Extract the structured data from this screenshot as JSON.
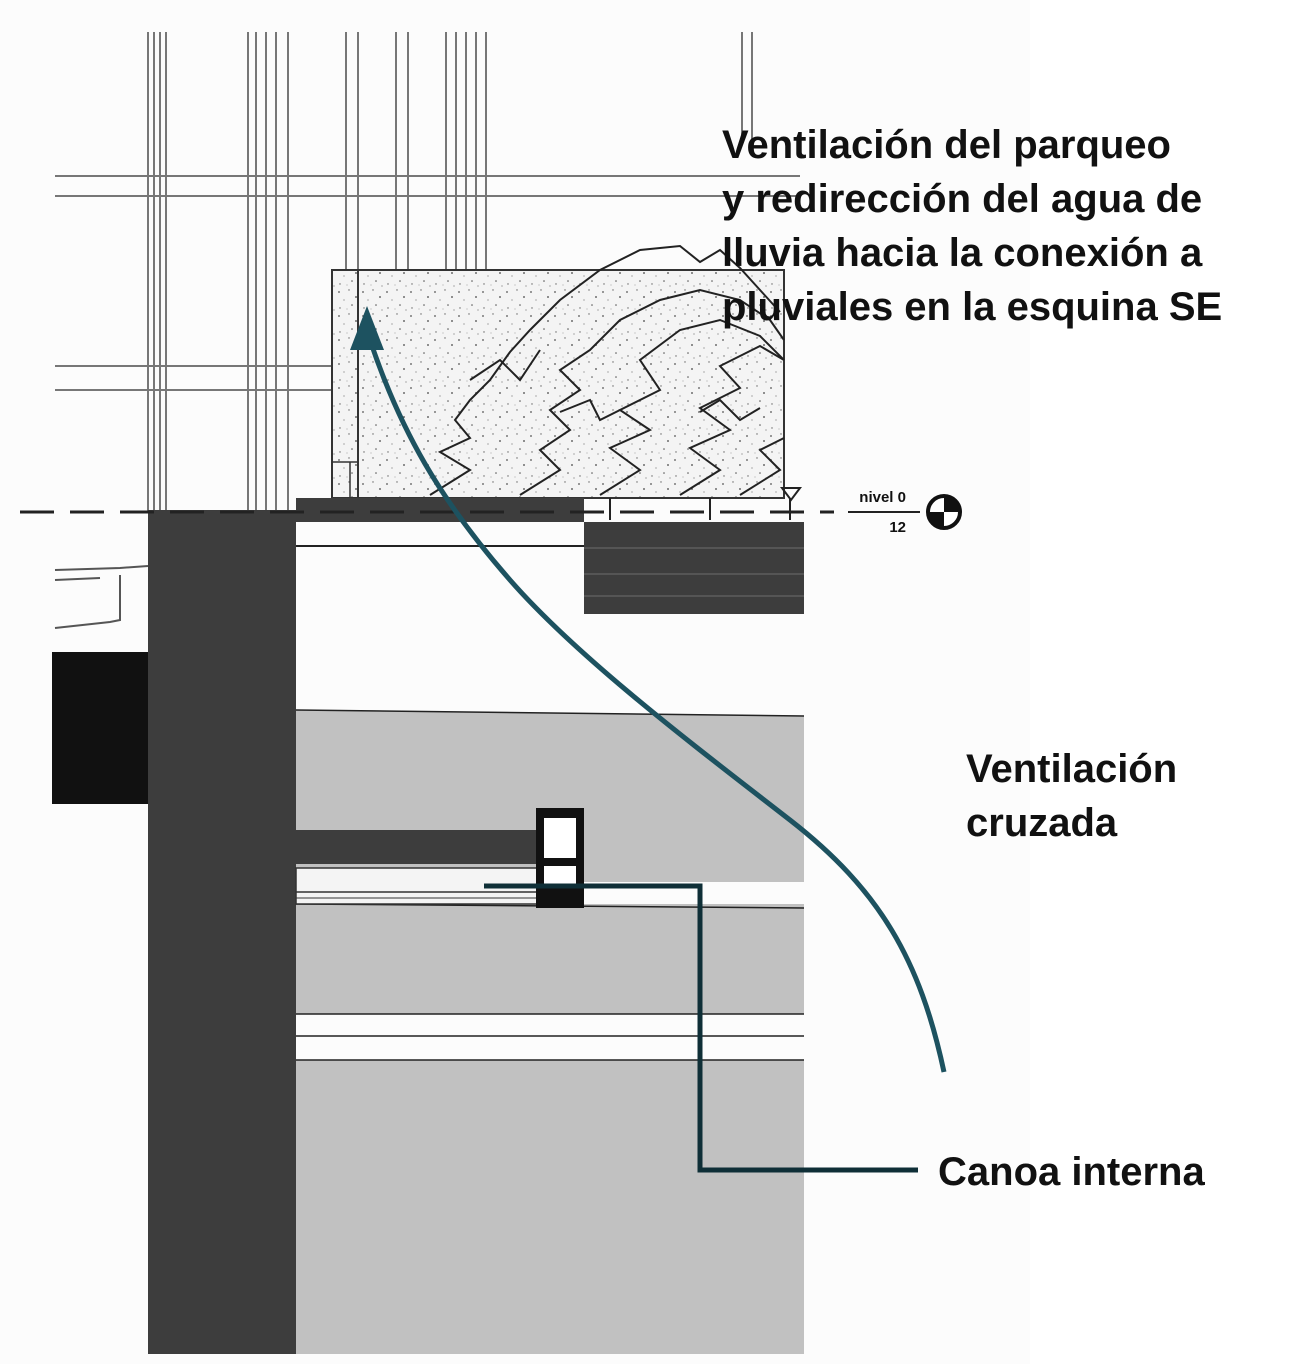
{
  "annotations": {
    "parking_ventilation": {
      "lines": [
        "Ventilación del parqueo",
        "y redirección del agua de",
        "lluvia hacia la conexión a",
        "pluviales en la esquina SE"
      ]
    },
    "cross_ventilation": {
      "lines": [
        "Ventilación",
        "cruzada"
      ]
    },
    "internal_gutter": {
      "label": "Canoa interna"
    }
  },
  "level_marker": {
    "name": "nivel 0",
    "value": "12"
  },
  "colors": {
    "arrow": "#1d5260",
    "leader": "#0f2f37",
    "wall": "#3d3d3d",
    "fill_gray": "#c1c1c1",
    "black_block": "#111111"
  }
}
